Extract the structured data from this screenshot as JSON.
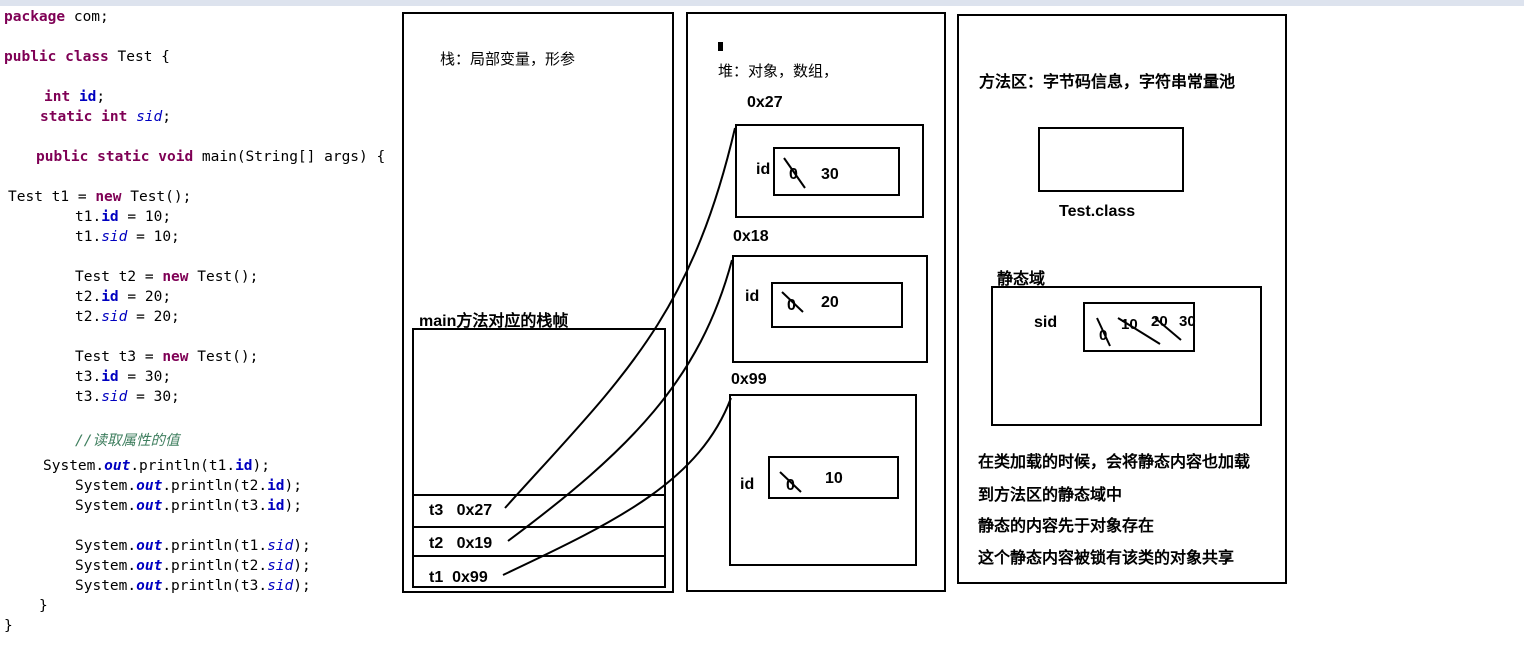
{
  "code": {
    "line_package": [
      "package",
      " com;"
    ],
    "line_class": [
      "public",
      "class",
      " Test {"
    ],
    "line_id": [
      "int",
      "id",
      ";"
    ],
    "line_sid": [
      "static",
      "int",
      "sid",
      ";"
    ],
    "line_main": [
      "public",
      "static",
      "void",
      " main(String[] args) {"
    ],
    "t1_new": [
      "Test t1 = ",
      "new",
      " Test();"
    ],
    "t1_id": [
      "t1.",
      "id",
      " = 10;"
    ],
    "t1_sid": [
      "t1.",
      "sid",
      " = 10;"
    ],
    "t2_new": [
      "Test t2 = ",
      "new",
      " Test();"
    ],
    "t2_id": [
      "t2.",
      "id",
      " = 20;"
    ],
    "t2_sid": [
      "t2.",
      "sid",
      " = 20;"
    ],
    "t3_new": [
      "Test t3 = ",
      "new",
      " Test();"
    ],
    "t3_id": [
      "t3.",
      "id",
      " = 30;"
    ],
    "t3_sid": [
      "t3.",
      "sid",
      " = 30;"
    ],
    "comment": "//读取属性的值",
    "p1_id": [
      "System.",
      "out",
      ".println(t1.",
      "id",
      ");"
    ],
    "p2_id": [
      "System.",
      "out",
      ".println(t2.",
      "id",
      ");"
    ],
    "p3_id": [
      "System.",
      "out",
      ".println(t3.",
      "id",
      ");"
    ],
    "p1_sid": [
      "System.",
      "out",
      ".println(t1.",
      "sid",
      ");"
    ],
    "p2_sid": [
      "System.",
      "out",
      ".println(t2.",
      "sid",
      ");"
    ],
    "p3_sid": [
      "System.",
      "out",
      ".println(t3.",
      "sid",
      ");"
    ],
    "close_inner": "}",
    "close_outer": "}"
  },
  "stack": {
    "title": "栈：局部变量，形参",
    "frame_title": "main方法对应的栈帧",
    "rows": [
      {
        "var": "t3",
        "addr": "0x27"
      },
      {
        "var": "t2",
        "addr": "0x19"
      },
      {
        "var": "t1",
        "addr": "0x99"
      }
    ]
  },
  "heap": {
    "title": "堆：对象，数组，",
    "objects": [
      {
        "addr": "0x27",
        "field": "id",
        "old": "0",
        "value": "30"
      },
      {
        "addr": "0x18",
        "field": "id",
        "old": "0",
        "value": "20"
      },
      {
        "addr": "0x99",
        "field": "id",
        "old": "0",
        "value": "10"
      }
    ]
  },
  "method_area": {
    "title": "方法区：字节码信息，字符串常量池",
    "class_label": "Test.class",
    "static_title": "静态域",
    "static_field": "sid",
    "static_values": [
      "0",
      "10",
      "20",
      "30"
    ],
    "notes": [
      "在类加载的时候，会将静态内容也加载",
      "到方法区的静态域中",
      "静态的内容先于对象存在",
      "这个静态内容被锁有该类的对象共享"
    ]
  }
}
